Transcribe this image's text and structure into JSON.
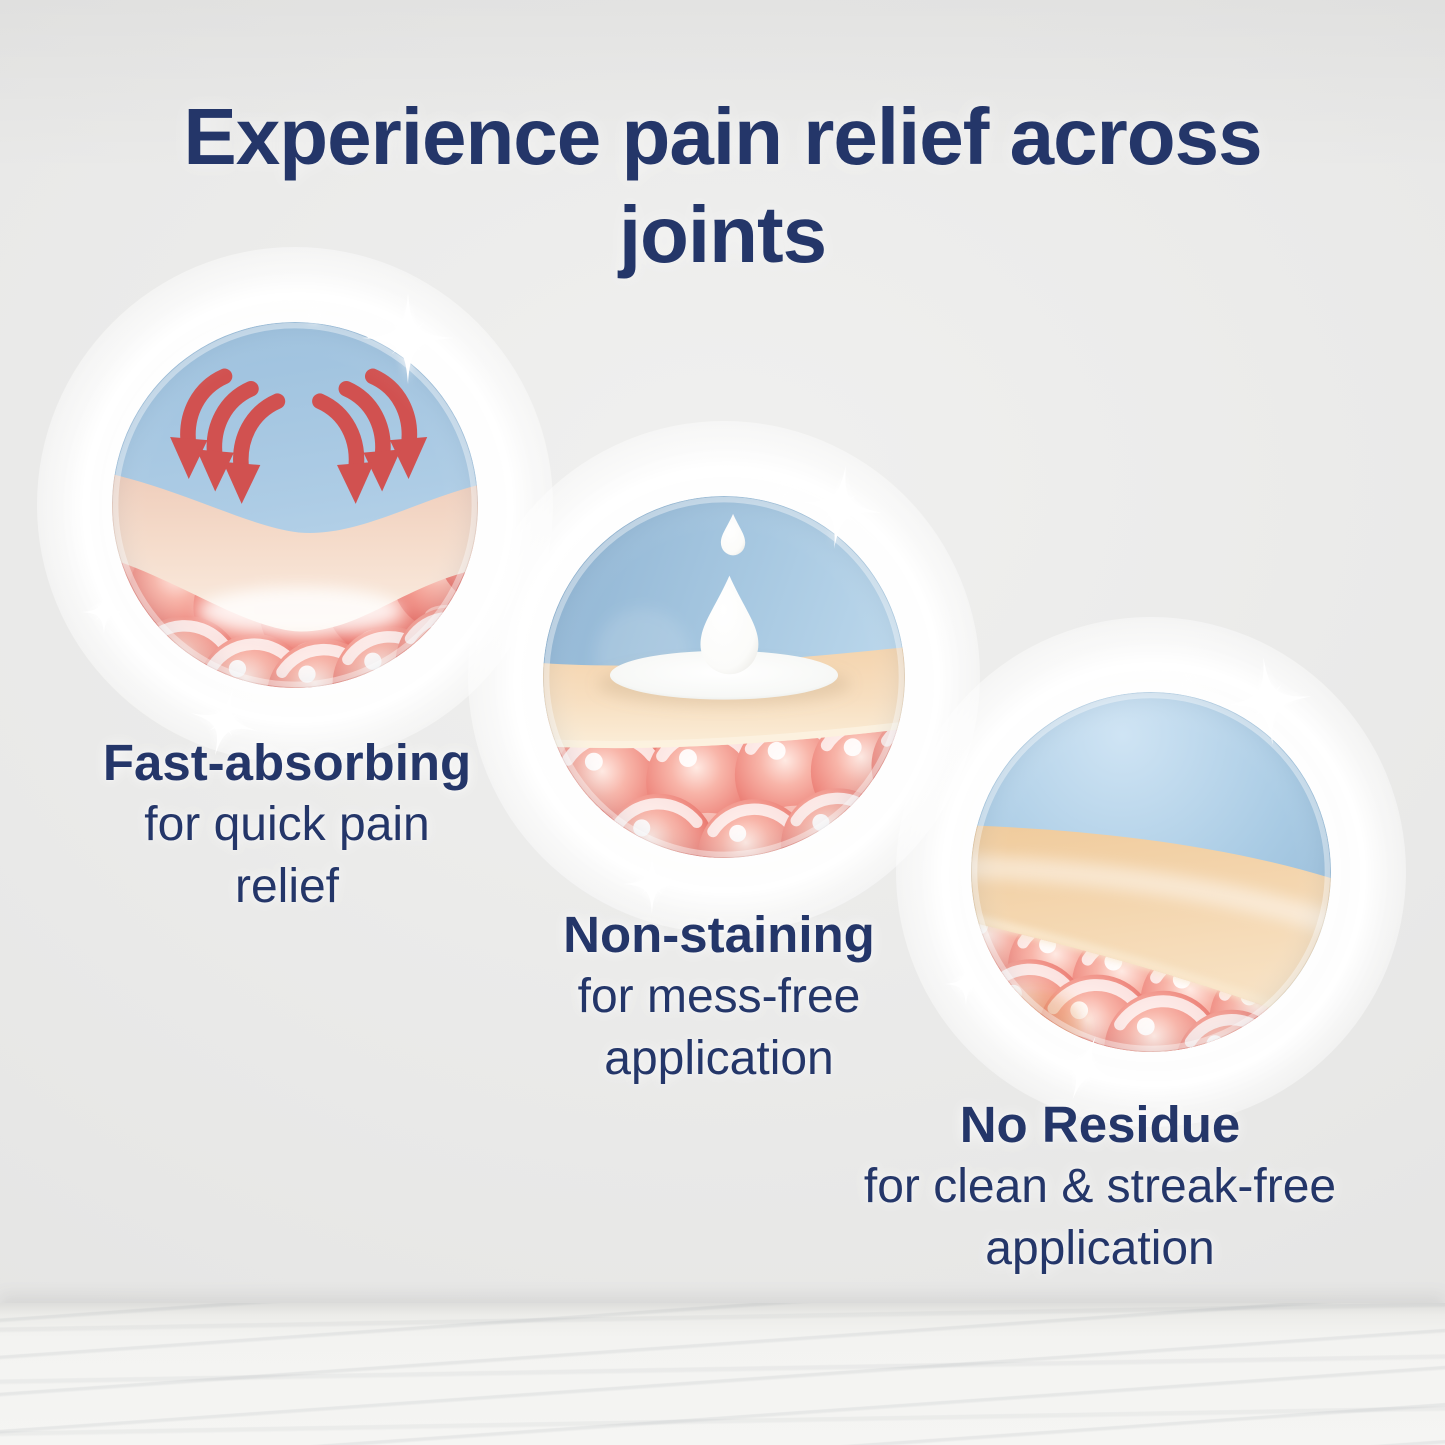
{
  "page": {
    "title": "Experience pain relief across joints"
  },
  "features": [
    {
      "heading": "Fast-absorbing",
      "description": "for quick pain relief",
      "icon": "down-arrows-into-skin-icon"
    },
    {
      "heading": "Non-staining",
      "description": "for mess-free application",
      "icon": "cream-droplet-on-skin-icon"
    },
    {
      "heading": "No Residue",
      "description": "for clean & streak-free application",
      "icon": "clean-skin-layer-icon"
    }
  ],
  "colors": {
    "title_navy": "#243669",
    "sky_blue": "#a6c8e2",
    "skin_peach": "#f5dabc",
    "cell_red": "#ee8b81",
    "arrow_red": "#d15150",
    "wall_gray": "#e9e9e8",
    "marble_white": "#f4f4f2"
  }
}
